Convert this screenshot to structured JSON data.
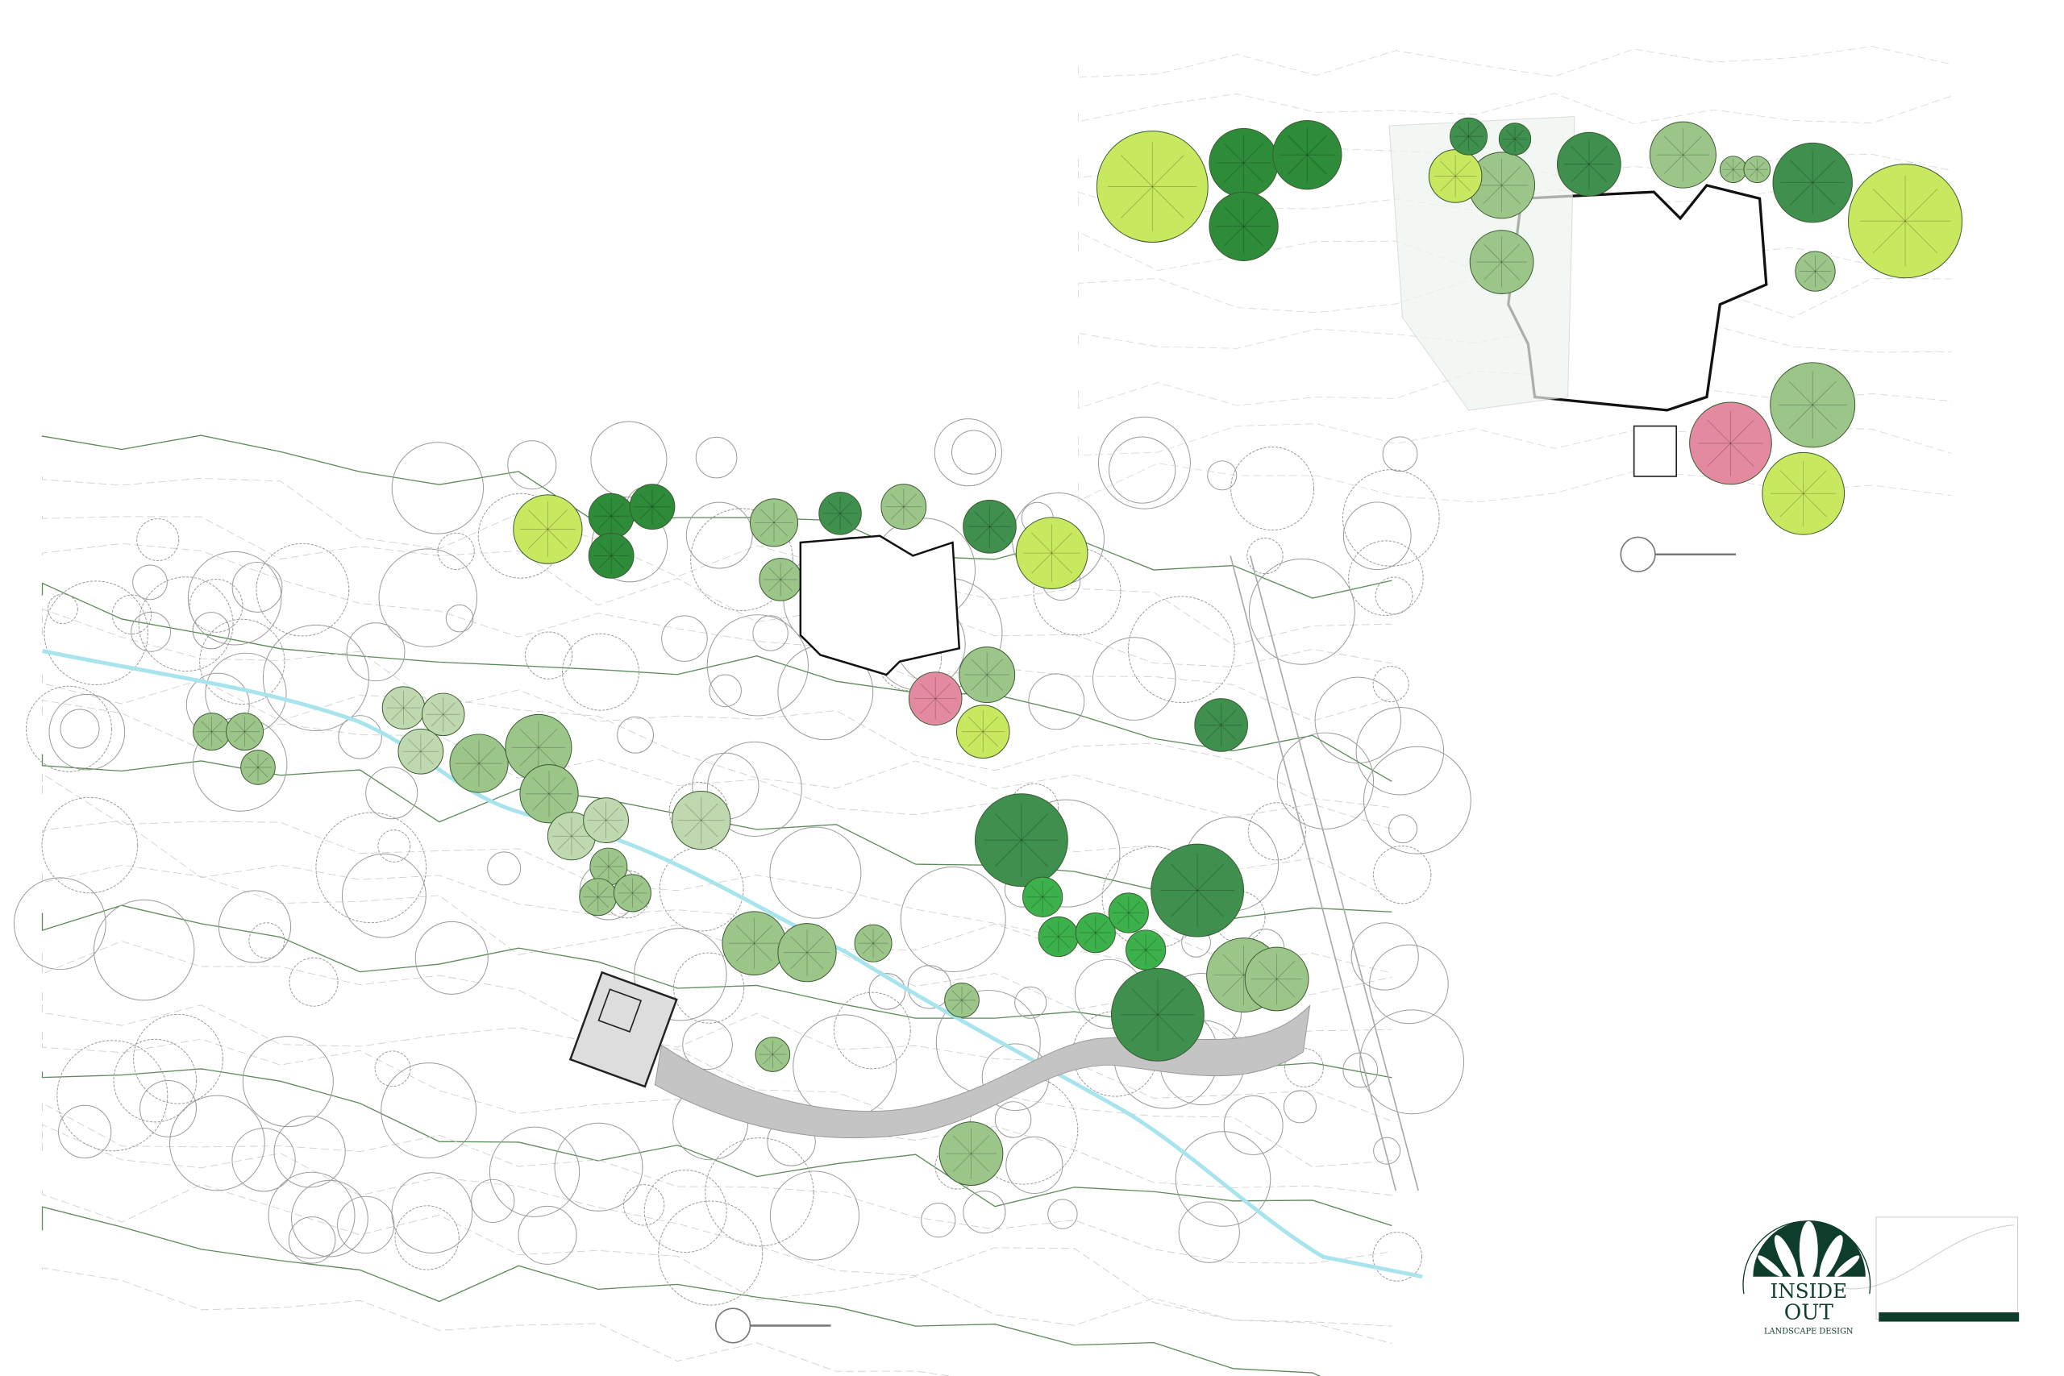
{
  "logo": {
    "line1": "INSIDE",
    "line2": "OUT",
    "tagline": "LANDSCAPE DESIGN"
  },
  "colors": {
    "brand_dark_green": "#0f3d2c",
    "creek": "#a8e4ee",
    "contour": "#5d8a5a",
    "lime_tree": "#c8e860",
    "dark_tree": "#2e8b3a",
    "sage_tree": "#9cc58a",
    "pink_tree": "#e48aa0",
    "path": "#c4c4c4"
  }
}
